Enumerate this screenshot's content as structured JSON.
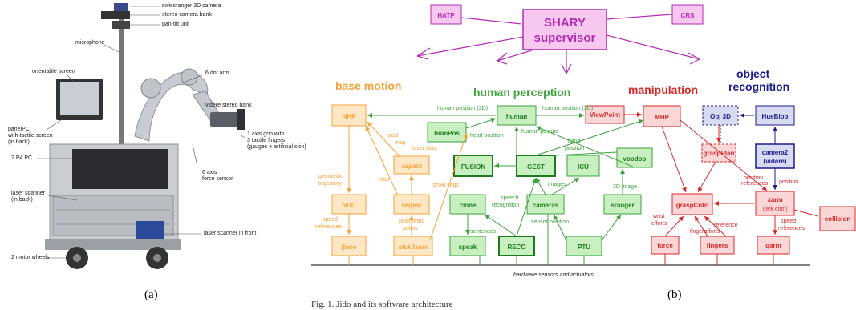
{
  "robot": {
    "labels": {
      "swissranger": "swissranger 3D camera",
      "stereo_bank": "stereo camera bank",
      "pan_tilt": "pan-tilt unit",
      "microphone": "microphone",
      "screen": "orientable screen",
      "arm": "6 dof arm",
      "videre": "videre stereo bank",
      "panelpc": "panelPC\nwith tactile screen\n(in back)",
      "grip": "1 axis grip with\n3 tactile fingers\n(gauges + artificial skin)",
      "p4pc": "2 P4 PC",
      "force": "6 axis\nforce sensor",
      "laser_back": "laser scanner\n(in back)",
      "laser_front": "laser scanner in front",
      "wheels": "2 motor wheels"
    },
    "caption": "(a)"
  },
  "diagram": {
    "caption": "(b)",
    "figure_caption": "Fig. 1.   Jido and its software architecture",
    "top": {
      "hatp": "HATP",
      "crs": "CRS",
      "shary_line1": "SHARY",
      "shary_line2": "supervisor"
    },
    "headers": {
      "base_motion": "base motion",
      "human_perception": "human perception",
      "manipulation": "manipulation",
      "object_recognition_line1": "object",
      "object_recognition_line2": "recognition"
    },
    "nodes": {
      "nhp": "NHP",
      "aspect": "aspect",
      "ndd": "NDD",
      "segloc": "segloc",
      "jloco": "jloco",
      "sick": "sick laser",
      "human": "human",
      "humpos": "humPos",
      "fusion": "FUSION",
      "gest": "GEST",
      "icu": "ICU",
      "voodoo": "voodoo",
      "clone": "clone",
      "cameras": "cameras",
      "sranger": "sranger",
      "speak": "speak",
      "reco": "RECO",
      "ptu": "PTU",
      "viewpoint": "ViewPoint",
      "mhp": "MHP",
      "obj3d": "Obj 3D",
      "hueblob": "HueBlob",
      "graspplan": "graspPlan",
      "camera2_line1": "camera2",
      "camera2_line2": "(videre)",
      "graspcntrl": "graspCntrl",
      "xarm_line1": "xarm",
      "xarm_line2": "(jerk cntrl)",
      "force": "force",
      "fingers": "fingers",
      "qarm": "qarm",
      "collision": "collision"
    },
    "edge_labels": {
      "human_position_2d": "human position (2D)",
      "human_position_3d": "human position (3D)",
      "head_position": "head position",
      "human_posture": "human posture",
      "hand_position_1": "hand",
      "hand_position_2": "position",
      "local_map_1": "local",
      "local_map_2": "map",
      "laser_data": "laser data",
      "map": "map",
      "proxi_segs": "proxi segs",
      "geometric_1": "geometric",
      "geometric_2": "trajectory",
      "speed_ref_1": "speed",
      "speed_ref_2": "references",
      "poximetric_1": "poximetric",
      "poximetric_2": "points",
      "images": "images",
      "image_3d": "3D image",
      "speech_1": "speech",
      "speech_2": "recognition",
      "sentences": "sentences",
      "sensor_position": "sensor position",
      "position_refs_1": "position",
      "position_refs_2": "references",
      "position": "position",
      "wrist_1": "wrist",
      "wrist_2": "efforts",
      "fingers_efforts_1": "fingers",
      "fingers_efforts_2": "efforts",
      "reference": "reference",
      "speed_ref2_1": "speed",
      "speed_ref2_2": "references",
      "hardware": "hardware sensors and actuators"
    },
    "colors": {
      "orange": "#f5a23a",
      "orange_fill": "#fde7c5",
      "green": "#3ca33c",
      "green_fill": "#c8efc0",
      "red": "#d42a2a",
      "red_fill": "#fbd6d6",
      "blue": "#1c1c8c",
      "blue_fill": "#d8dcf2",
      "purple": "#b42ab4",
      "purple_fill": "#f6c8f0"
    }
  }
}
